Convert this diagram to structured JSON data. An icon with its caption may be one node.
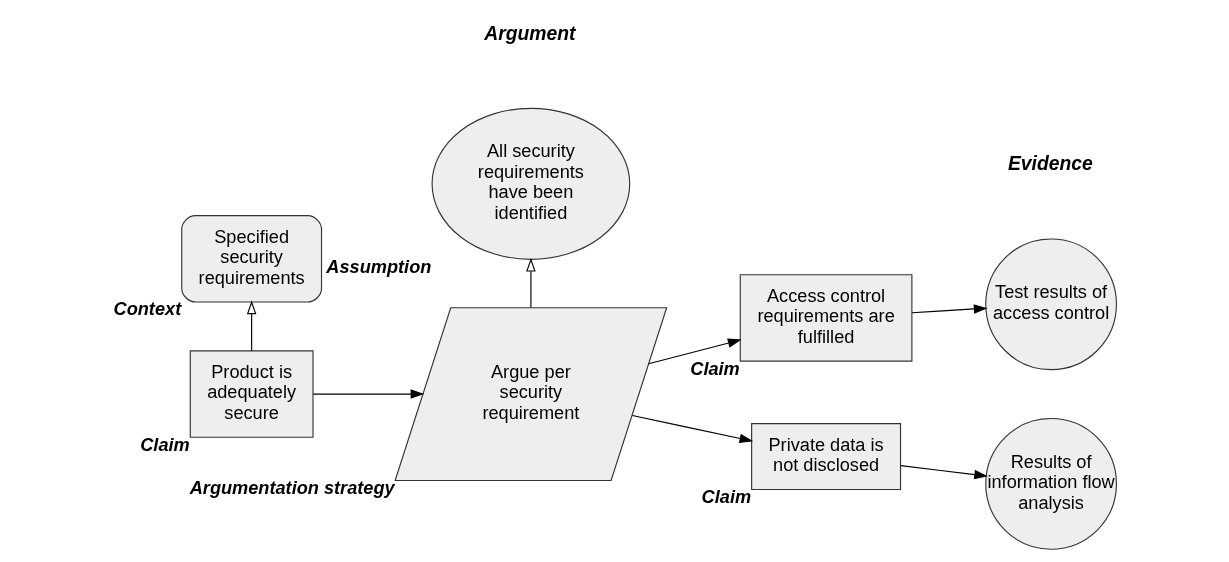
{
  "diagram": {
    "nodes": [
      {
        "text": [
          "Specified security requirements"
        ],
        "beside": [
          "Context"
        ]
      },
      {
        "text": [
          "All security requirements have been identified"
        ],
        "beside": [
          "Assumption"
        ]
      },
      {
        "text": [
          "Access control requirements are fulfilled"
        ],
        "beside": [
          "Claim"
        ]
      },
      {
        "text": [
          "Test results of access control"
        ]
      },
      {
        "text": [
          "Product is adequately secure"
        ],
        "beside": [
          "Claim"
        ]
      },
      {
        "text": [
          "Argue per security requirement"
        ],
        "beside": [
          "Argumentation strategy"
        ]
      },
      {
        "text": [
          "Private data is not disclosed"
        ],
        "beside": [
          "Claim"
        ]
      },
      {
        "text": [
          "Results of information flow analysis"
        ]
      }
    ],
    "edges": [
      {
        "from": 4,
        "to": 0,
        "arrow": "to"
      },
      {
        "from": 5,
        "to": 1,
        "arrow": "to"
      },
      {
        "from": 4,
        "to": 5,
        "arrow": "to"
      },
      {
        "from": 5,
        "to": 2,
        "arrow": "to"
      },
      {
        "from": 5,
        "to": 6,
        "arrow": "to"
      },
      {
        "from": 2,
        "to": 3,
        "arrow": "to"
      },
      {
        "from": 6,
        "to": 7,
        "arrow": "to"
      }
    ],
    "labels": [
      "Argument",
      "Evidence"
    ]
  }
}
